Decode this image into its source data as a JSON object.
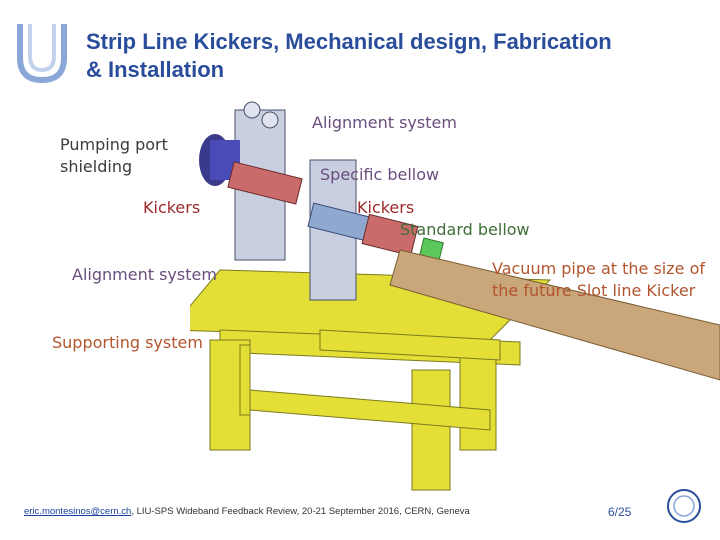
{
  "header": {
    "title_line1": "Strip Line Kickers, Mechanical design, Fabrication",
    "title_line2": "& Installation"
  },
  "labels": {
    "alignment_top": "Alignment system",
    "pumping_line1": "Pumping port",
    "pumping_line2": "shielding",
    "specific_bellow": "Specific bellow",
    "kickers_left": "Kickers",
    "kickers_right": "Kickers",
    "standard_bellow": "Standard bellow",
    "alignment_left": "Alignment system",
    "vacuum_line1": "Vacuum pipe at the size of",
    "vacuum_line2": "the future Slot line Kicker",
    "supporting": "Supporting system"
  },
  "footer": {
    "email": "eric.montesinos@cern.ch",
    "text": ", LIU-SPS Wideband Feedback Review, 20-21 September 2016, CERN, Geneva",
    "page": "6/25"
  },
  "icons": {
    "logo": "university-logo-icon",
    "cern": "cern-logo-icon"
  },
  "colors": {
    "title": "#2a4d9b",
    "frame": "#e3df36",
    "pipe": "#c9a77a",
    "kicker": "#c96b6b",
    "bellow_green": "#5cc85c"
  }
}
